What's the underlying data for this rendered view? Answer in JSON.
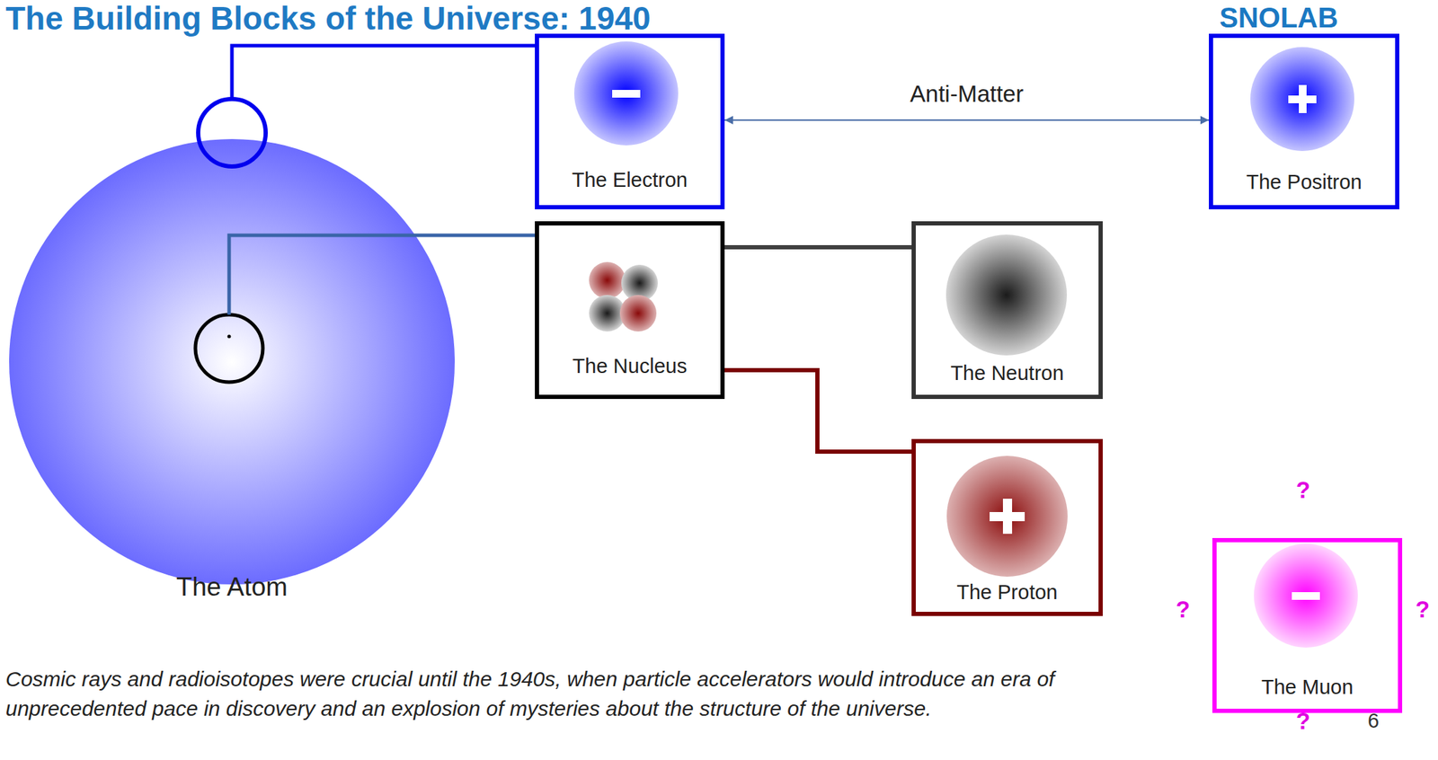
{
  "diagram": {
    "title": "The Building Blocks of the Universe: 1940",
    "caption": "Cosmic rays and radioisotopes were crucial until the 1940s, when particle accelerators would introduce an era of unprecedented pace in discovery and an explosion of mysteries about the structure of the universe.",
    "nodes": [
      {
        "text": [
          "The Atom"
        ]
      },
      {
        "text": [
          "The Electron"
        ]
      },
      {
        "text": [
          "The Positron"
        ]
      },
      {
        "text": [
          "The Nucleus"
        ]
      },
      {
        "text": [
          "The Neutron"
        ]
      },
      {
        "text": [
          "The Proton"
        ]
      },
      {
        "text": [
          "The Muon"
        ]
      }
    ],
    "edges": [
      {
        "from": 0,
        "to": 1,
        "arrow": "none"
      },
      {
        "from": 0,
        "to": 3,
        "arrow": "none"
      },
      {
        "from": 1,
        "to": 2,
        "arrow": "both",
        "label": "Anti-Matter"
      },
      {
        "from": 3,
        "to": 4,
        "arrow": "none"
      },
      {
        "from": 3,
        "to": 5,
        "arrow": "none"
      }
    ],
    "labels": [
      "SNOLAB",
      "?",
      "?",
      "?",
      "?",
      "6"
    ]
  }
}
